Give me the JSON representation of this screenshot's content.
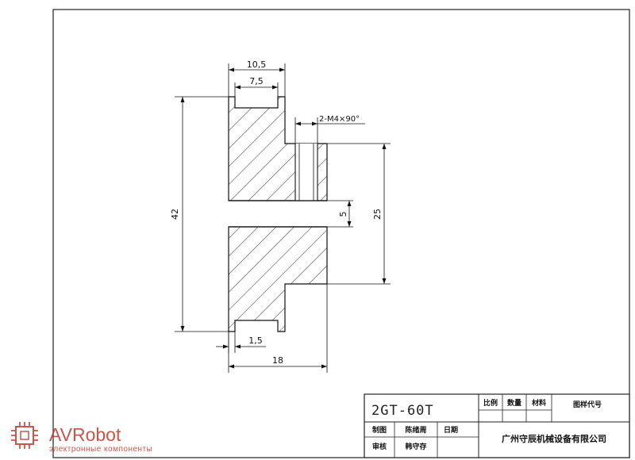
{
  "dimensions": {
    "overall_hub_width": "10,5",
    "tooth_width": "7,5",
    "set_screw": "2-M4×90°",
    "outer_diameter": "42",
    "bore": "5",
    "hub_diameter": "25",
    "flange": "1,5",
    "total_length": "18"
  },
  "title_block": {
    "part_name": "2GT-60T",
    "scale_label": "比例",
    "quantity_label": "数量",
    "material_label": "材料",
    "drawing_code_label": "图样代号",
    "drawn_by_label": "制图",
    "drawn_by_name": "陈绪周",
    "date_label": "日期",
    "checked_by_label": "审核",
    "checked_by_name": "韩守存",
    "company": "广州守辰机械设备有限公司"
  },
  "watermark": {
    "brand": "AVRobot",
    "tagline": "электронные компоненты",
    "color": "#c0392b"
  }
}
